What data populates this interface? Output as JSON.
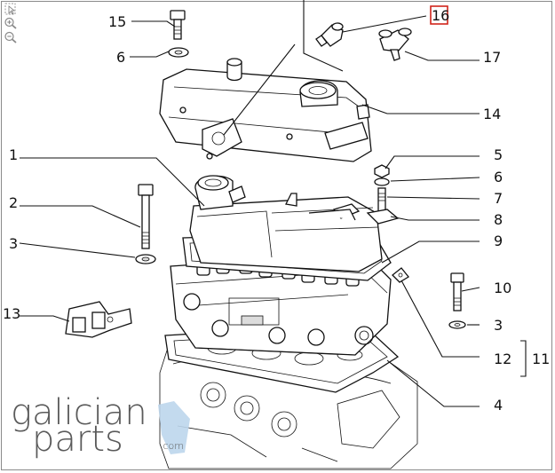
{
  "toolbar": {
    "tools": [
      {
        "name": "select-icon"
      },
      {
        "name": "zoom-in-icon"
      },
      {
        "name": "zoom-out-icon"
      }
    ]
  },
  "callouts": {
    "c1": "1",
    "c2": "2",
    "c3a": "3",
    "c3b": "3",
    "c4": "4",
    "c5": "5",
    "c6a": "6",
    "c6b": "6",
    "c7": "7",
    "c8": "8",
    "c9": "9",
    "c10": "10",
    "c11": "11",
    "c12": "12",
    "c13": "13",
    "c14": "14",
    "c15": "15",
    "c16": "16",
    "c17": "17"
  },
  "highlighted_callout": "16",
  "highlight_color": "#d0241b",
  "watermark": {
    "line1": "galician",
    "line2": "parts",
    "suffix": ".com",
    "accent_color": "#bcd6ec"
  }
}
